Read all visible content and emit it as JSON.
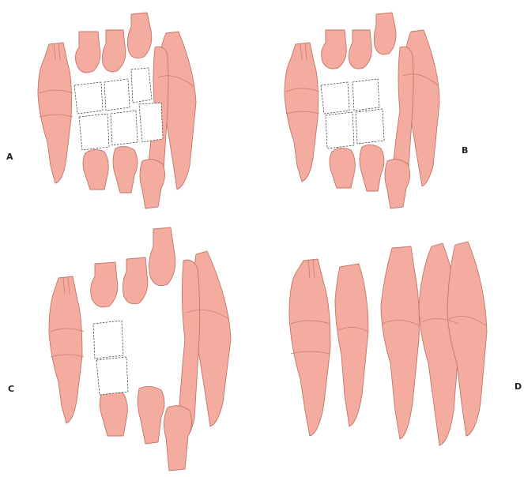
{
  "figure": {
    "panels": [
      {
        "id": "a",
        "label": "A"
      },
      {
        "id": "b",
        "label": "B"
      },
      {
        "id": "c",
        "label": "C"
      },
      {
        "id": "d",
        "label": "D"
      }
    ]
  },
  "colors": {
    "tooth_fill": "#f4aca0",
    "tooth_outline": "#c47466",
    "tooth_bud_outline": "#333333",
    "background": "#ffffff"
  }
}
